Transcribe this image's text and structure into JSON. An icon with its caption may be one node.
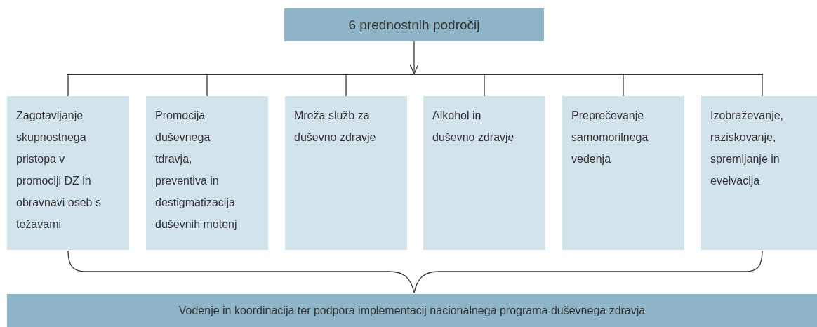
{
  "diagram": {
    "nodes": [
      {
        "text": [
          "6 prednostnih področij"
        ]
      },
      {
        "text": [],
        "shape": "bar"
      },
      {
        "text": [
          "Zagotavljanje skupnostnega pristopa v promociji DZ in obravnavi oseb s težavami"
        ]
      },
      {
        "text": [
          "Promocija duševnega tdravja, preventiva in destigmatizacija duševnih motenj"
        ]
      },
      {
        "text": [
          "Mreža služb za duševno zdravje"
        ]
      },
      {
        "text": [
          "Alkohol in duševno zdravje"
        ]
      },
      {
        "text": [
          "Preprečevanje samomorilnega vedenja"
        ]
      },
      {
        "text": [
          "Izobraževanje, raziskovanje, spremljanje in evelvacija"
        ]
      },
      {
        "text": [
          "Vodenje in koordinacija ter podpora implementacij nacionalnega programa duševnega zdravja"
        ]
      }
    ],
    "edges": [
      {
        "from": 0,
        "to": 1,
        "arrow": "to"
      },
      {
        "from": 1,
        "to": 2,
        "arrow": "none"
      },
      {
        "from": 1,
        "to": 3,
        "arrow": "none"
      },
      {
        "from": 1,
        "to": 4,
        "arrow": "none"
      },
      {
        "from": 1,
        "to": 5,
        "arrow": "none"
      },
      {
        "from": 1,
        "to": 6,
        "arrow": "none"
      },
      {
        "from": 1,
        "to": 7,
        "arrow": "none"
      }
    ]
  }
}
